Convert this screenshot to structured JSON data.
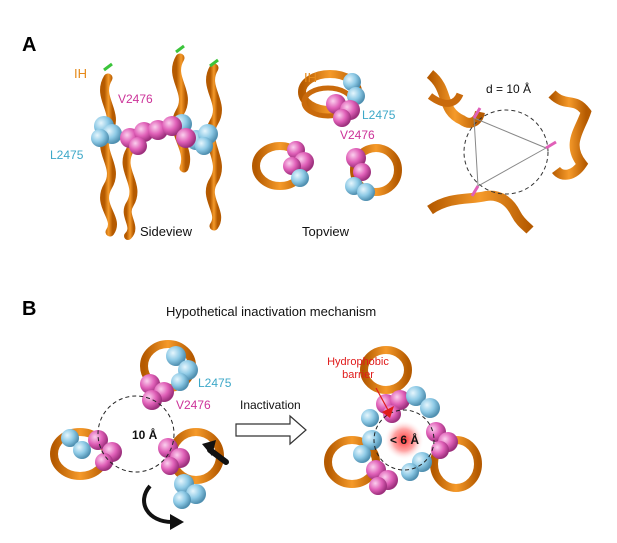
{
  "panel_a": {
    "letter": "A",
    "sideview_caption": "Sideview",
    "topview_caption": "Topview",
    "side_ih": "IH",
    "side_v": "V2476",
    "side_l": "L2475",
    "top_ih": "IH",
    "top_l": "L2475",
    "top_v": "V2476",
    "distance": "d = 10 Å"
  },
  "panel_b": {
    "letter": "B",
    "title": "Hypothetical inactivation mechanism",
    "left_l": "L2475",
    "left_v": "V2476",
    "left_distance": "10 Å",
    "arrow_label": "Inactivation",
    "barrier_line1": "Hydrophobic",
    "barrier_line2": "barrier",
    "right_distance": "< 6 Å"
  },
  "colors": {
    "helix": "#e68a1a",
    "valine": "#e060b8",
    "leucine": "#8ecae6",
    "ih_text": "#e68a1a",
    "barrier": "#e01b1b"
  }
}
